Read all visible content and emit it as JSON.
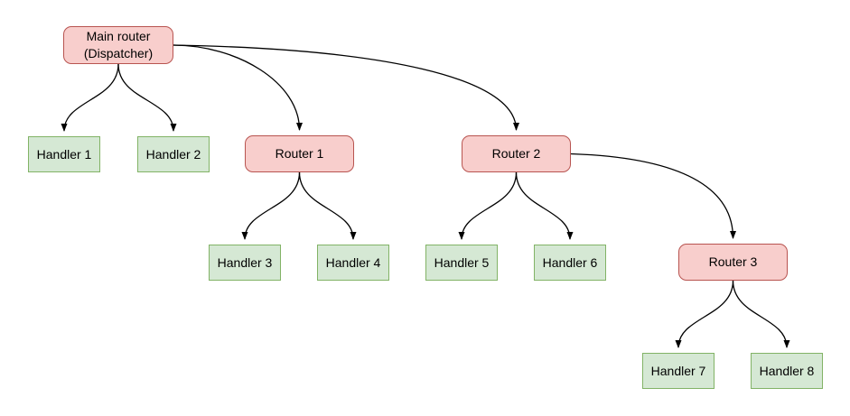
{
  "diagram": {
    "background_color": "#ffffff",
    "colors": {
      "router_fill": "#f8cecc",
      "router_border": "#b85450",
      "handler_fill": "#d5e8d4",
      "handler_border": "#82b366",
      "edge_stroke": "#000000",
      "text": "#000000"
    },
    "nodes": {
      "main": {
        "label": "Main router\n(Dispatcher)",
        "type": "router"
      },
      "r1": {
        "label": "Router 1",
        "type": "router"
      },
      "r2": {
        "label": "Router 2",
        "type": "router"
      },
      "r3": {
        "label": "Router 3",
        "type": "router"
      },
      "h1": {
        "label": "Handler 1",
        "type": "handler"
      },
      "h2": {
        "label": "Handler 2",
        "type": "handler"
      },
      "h3": {
        "label": "Handler 3",
        "type": "handler"
      },
      "h4": {
        "label": "Handler 4",
        "type": "handler"
      },
      "h5": {
        "label": "Handler 5",
        "type": "handler"
      },
      "h6": {
        "label": "Handler 6",
        "type": "handler"
      },
      "h7": {
        "label": "Handler 7",
        "type": "handler"
      },
      "h8": {
        "label": "Handler 8",
        "type": "handler"
      }
    },
    "edges": [
      {
        "from": "Main router (Dispatcher)",
        "to": "Handler 1"
      },
      {
        "from": "Main router (Dispatcher)",
        "to": "Handler 2"
      },
      {
        "from": "Main router (Dispatcher)",
        "to": "Router 1"
      },
      {
        "from": "Main router (Dispatcher)",
        "to": "Router 2"
      },
      {
        "from": "Router 1",
        "to": "Handler 3"
      },
      {
        "from": "Router 1",
        "to": "Handler 4"
      },
      {
        "from": "Router 2",
        "to": "Handler 5"
      },
      {
        "from": "Router 2",
        "to": "Handler 6"
      },
      {
        "from": "Router 2",
        "to": "Router 3"
      },
      {
        "from": "Router 3",
        "to": "Handler 7"
      },
      {
        "from": "Router 3",
        "to": "Handler 8"
      }
    ]
  }
}
